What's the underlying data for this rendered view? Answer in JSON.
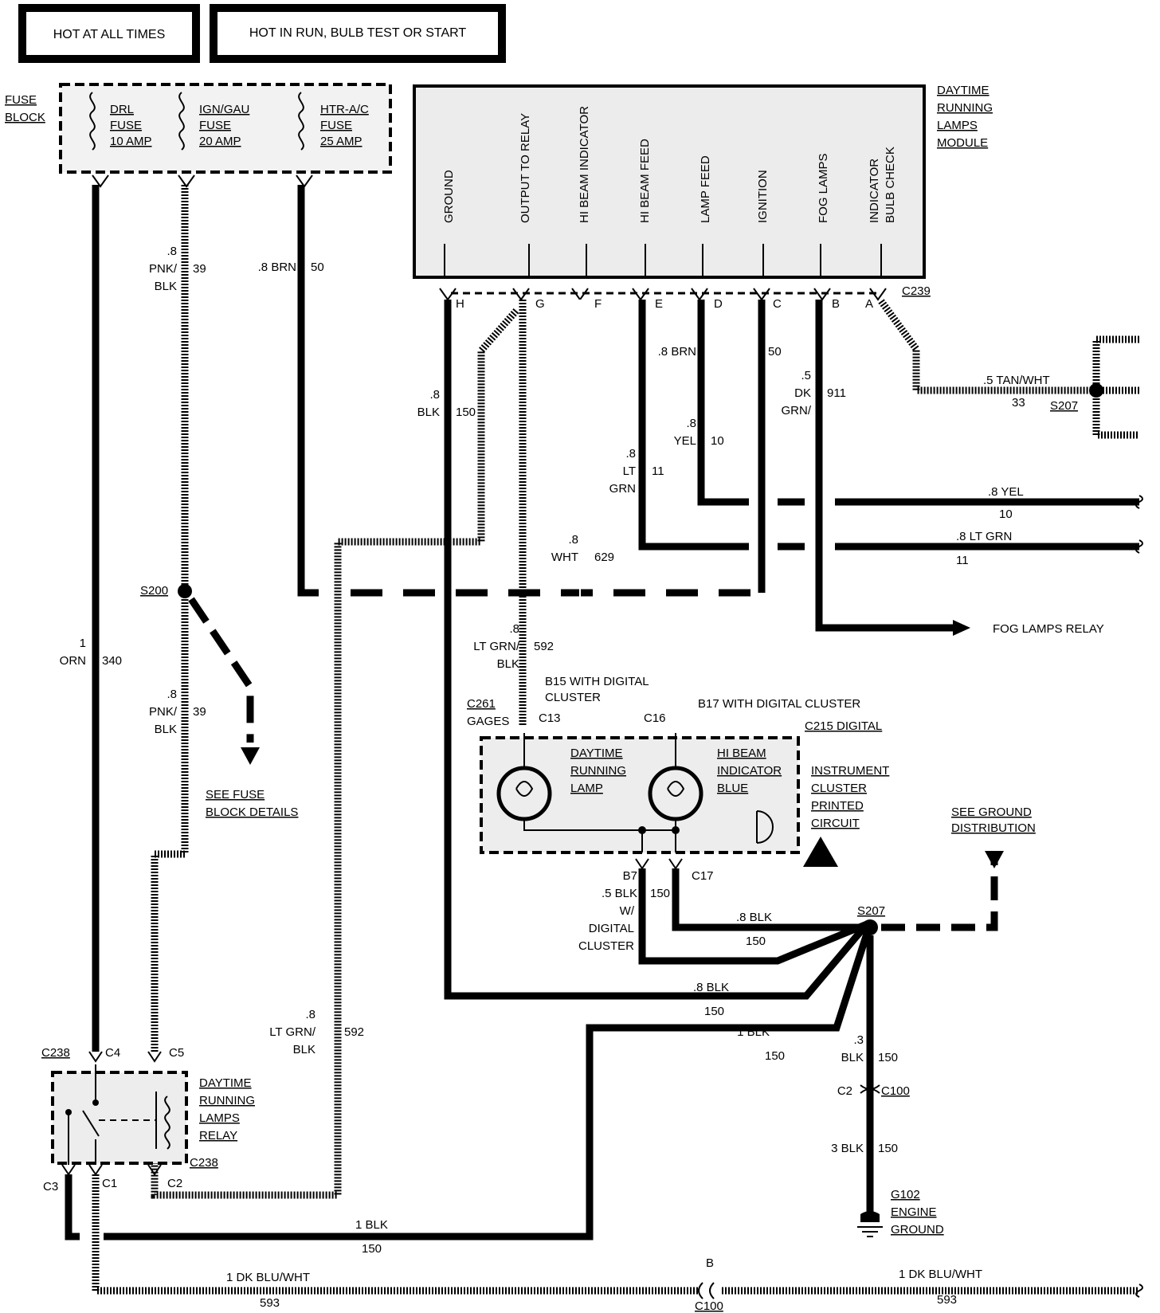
{
  "headers": {
    "hot_at_all_times": "HOT AT ALL TIMES",
    "hot_in_run": "HOT IN RUN, BULB TEST OR START"
  },
  "fuse_block": {
    "title1": "FUSE",
    "title2": "BLOCK",
    "drl": [
      "DRL",
      "FUSE",
      "10 AMP"
    ],
    "ign": [
      "IGN/GAU",
      "FUSE",
      "20 AMP"
    ],
    "htr": [
      "HTR-A/C",
      "FUSE",
      "25 AMP"
    ]
  },
  "module": {
    "title": [
      "DAYTIME",
      "RUNNING",
      "LAMPS",
      "MODULE"
    ],
    "pins": [
      "GROUND",
      "OUTPUT TO RELAY",
      "HI BEAM INDICATOR",
      "HI BEAM FEED",
      "LAMP FEED",
      "IGNITION",
      "FOG LAMPS",
      "INDICATOR",
      "BULB CHECK"
    ],
    "letters": [
      "H",
      "G",
      "F",
      "E",
      "D",
      "C",
      "B",
      "A"
    ],
    "connector": "C239"
  },
  "wires": {
    "orn_size": "1",
    "orn_color": "ORN",
    "orn_num": "340",
    "pnk_size": ".8",
    "pnk_color1": "PNK/",
    "pnk_color2": "BLK",
    "pnk_num": "39",
    "brn_label": ".8 BRN",
    "brn_num": "50",
    "blk_size": ".8",
    "blk_color": "BLK",
    "blk_num": "150",
    "dbrn_label": ".8 BRN",
    "dbrn_num": "50",
    "dk_size": ".5",
    "dk_color1": "DK",
    "dk_color2": "GRN/",
    "dk_num": "911",
    "yel_size": ".8",
    "yel_color": "YEL",
    "yel_num": "10",
    "ltg_size": ".8",
    "ltg_color1": "LT",
    "ltg_color2": "GRN",
    "ltg_num": "11",
    "tan_label": ".5 TAN/WHT",
    "tan_num": "33",
    "r_yel_label": ".8 YEL",
    "r_yel_num": "10",
    "r_ltg_label": ".8 LT GRN",
    "r_ltg_num": "11",
    "wht_size": ".8",
    "wht_color": "WHT",
    "wht_num": "629",
    "lgb_size": ".8",
    "lgb_color1": "LT GRN/",
    "lgb_color2": "BLK",
    "lgb_num": "592",
    "b7_pin": "B7",
    "b7_label1": ".5 BLK",
    "b7_num": "150",
    "b7_label2": "W/",
    "b7_label3": "DIGITAL",
    "b7_label4": "CLUSTER",
    "c17_pin": "C17",
    "s207_blk": ".8 BLK",
    "s207_num": "150",
    "blk8_label": ".8 BLK",
    "blk8_num": "150",
    "blk1_label": "1 BLK",
    "blk1_num": "150",
    "blk3_size": ".3",
    "blk3_color": "BLK",
    "blk3_num": "150",
    "blk3b_label": "3 BLK",
    "blk3b_num": "150",
    "relay_lgb_size": ".8",
    "relay_lgb_color1": "LT GRN/",
    "relay_lgb_color2": "BLK",
    "relay_lgb_num": "592",
    "bot_blk_label": "1 BLK",
    "bot_blk_num": "150",
    "dkblu_label": "1 DK BLU/WHT",
    "dkblu_num": "593",
    "dkblu2_label": "1 DK BLU/WHT",
    "dkblu2_num": "593"
  },
  "splices": {
    "s200": "S200",
    "s207_top": "S207",
    "s207": "S207"
  },
  "labels": {
    "see_fuse1": "SEE FUSE",
    "see_fuse2": "BLOCK DETAILS",
    "fog_relay": "FOG LAMPS RELAY",
    "b15_1": "B15 WITH DIGITAL",
    "b15_2": "CLUSTER",
    "b17": "B17 WITH DIGITAL CLUSTER",
    "c261": "C261",
    "gages": "GAGES",
    "c13": "C13",
    "c16": "C16",
    "c215": "C215 DIGITAL",
    "drl_lamp": [
      "DAYTIME",
      "RUNNING",
      "LAMP"
    ],
    "hi_beam": [
      "HI BEAM",
      "INDICATOR",
      "BLUE"
    ],
    "ipc": [
      "INSTRUMENT",
      "CLUSTER",
      "PRINTED",
      "CIRCUIT"
    ],
    "see_ground1": "SEE GROUND",
    "see_ground2": "DISTRIBUTION",
    "c2_pin": "C2",
    "c100": "C100",
    "g102": [
      "G102",
      "ENGINE",
      "GROUND"
    ],
    "relay": [
      "DAYTIME",
      "RUNNING",
      "LAMPS",
      "RELAY"
    ],
    "c238": "C238",
    "c238b": "C238",
    "c4": "C4",
    "c5": "C5",
    "c3": "C3",
    "c1": "C1",
    "c2": "C2",
    "b_pin": "B",
    "c100_bot": "C100"
  }
}
